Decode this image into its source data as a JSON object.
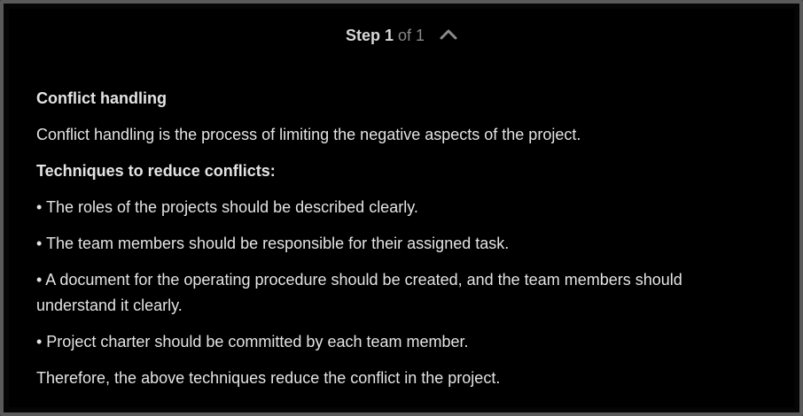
{
  "header": {
    "step_word": "Step",
    "current": "1",
    "of_text": "of 1",
    "toggle_icon": "chevron-up-icon"
  },
  "content": {
    "heading": "Conflict handling",
    "definition": "Conflict handling is the process of limiting the negative aspects of the project.",
    "subheading": "Techniques to reduce conflicts:",
    "bullets": [
      "• The roles of the projects should be described clearly.",
      "• The team members should be responsible for their assigned task.",
      "• A document for the operating procedure should be created, and the team members should understand it clearly.",
      "• Project charter should be committed by each team member."
    ],
    "conclusion": "Therefore, the above techniques reduce the conflict in the project."
  },
  "colors": {
    "background": "#000000",
    "border": "#5a5a5a",
    "text": "#e4e4e4",
    "muted": "#8a8a8a"
  }
}
